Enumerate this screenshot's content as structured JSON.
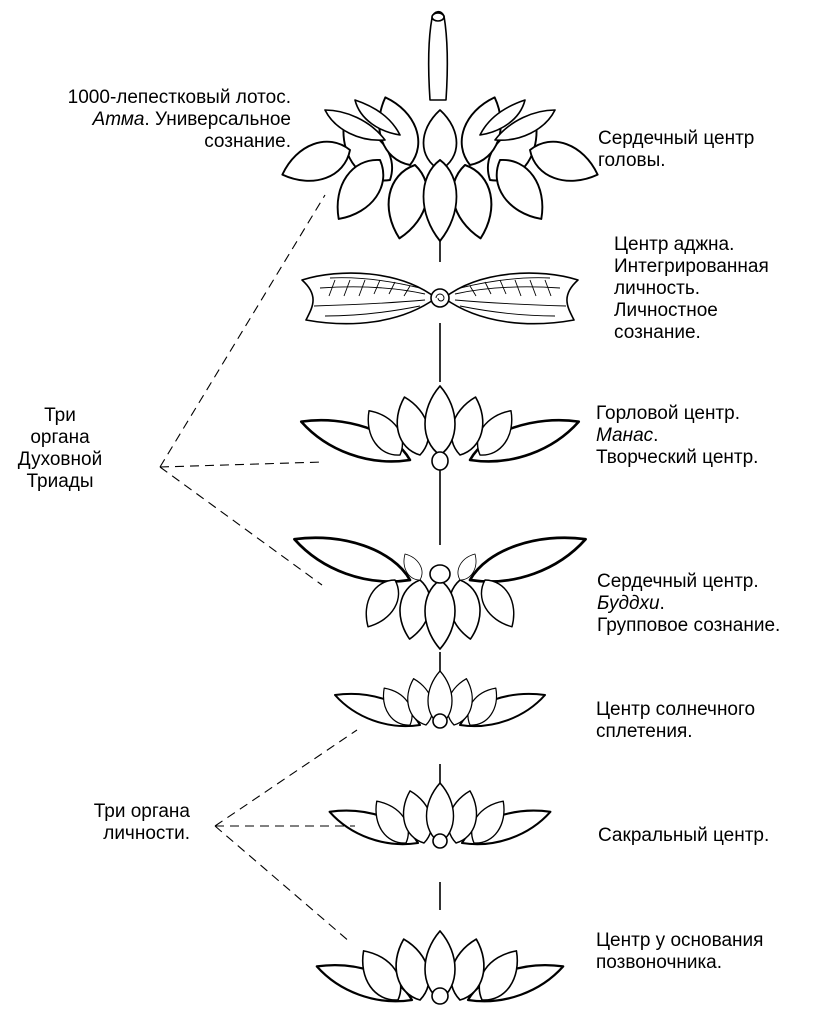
{
  "labels": {
    "crown_left": {
      "line1": "1000-лепестковый лотос.",
      "line2_italic": "Атма",
      "line2_rest": ". Универсальное",
      "line3": "сознание."
    },
    "head_heart": {
      "line1": "Сердечный центр",
      "line2": "головы."
    },
    "ajna": {
      "line1": "Центр аджна.",
      "line2": "Интегрированная",
      "line3": "личность.",
      "line4": "Личностное",
      "line5": "сознание."
    },
    "throat": {
      "line1": "Горловой центр.",
      "line2_italic": "Манас",
      "line2_rest": ".",
      "line3": "Творческий центр."
    },
    "heart": {
      "line1": "Сердечный центр.",
      "line2_italic": "Буддхи",
      "line2_rest": ".",
      "line3": "Групповое сознание."
    },
    "solar_plexus": {
      "line1": "Центр солнечного",
      "line2": "сплетения."
    },
    "sacral": {
      "line1": "Сакральный центр."
    },
    "base": {
      "line1": "Центр у основания",
      "line2": "позвоночника."
    },
    "triad": {
      "line1": "Три",
      "line2": "органа",
      "line3": "Духовной",
      "line4": "Триады"
    },
    "personality": {
      "line1": "Три органа",
      "line2": "личности."
    }
  }
}
